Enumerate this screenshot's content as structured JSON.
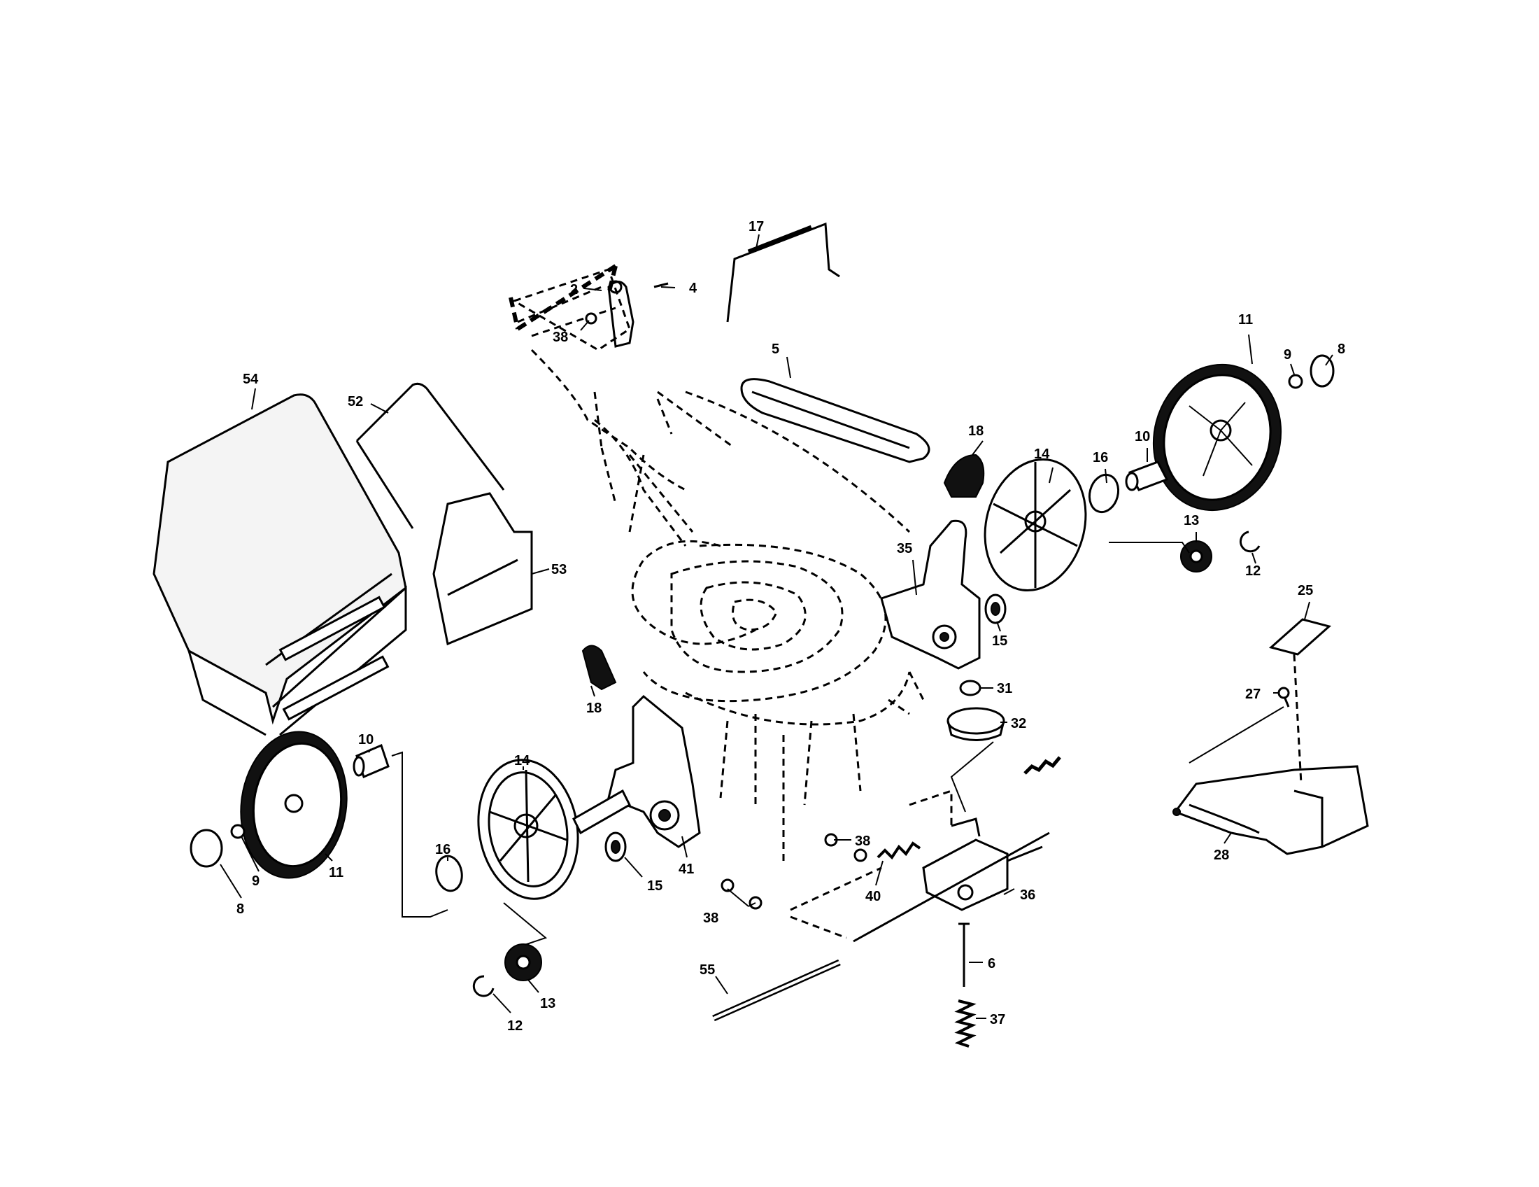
{
  "callouts": [
    {
      "id": "c17",
      "text": "17"
    },
    {
      "id": "c4",
      "text": "4"
    },
    {
      "id": "c2",
      "text": "2"
    },
    {
      "id": "c38a",
      "text": "38"
    },
    {
      "id": "c5",
      "text": "5"
    },
    {
      "id": "c11a",
      "text": "11"
    },
    {
      "id": "c9a",
      "text": "9"
    },
    {
      "id": "c8a",
      "text": "8"
    },
    {
      "id": "c54",
      "text": "54"
    },
    {
      "id": "c52",
      "text": "52"
    },
    {
      "id": "c18a",
      "text": "18"
    },
    {
      "id": "c14a",
      "text": "14"
    },
    {
      "id": "c16a",
      "text": "16"
    },
    {
      "id": "c10a",
      "text": "10"
    },
    {
      "id": "c13a",
      "text": "13"
    },
    {
      "id": "c12a",
      "text": "12"
    },
    {
      "id": "c35",
      "text": "35"
    },
    {
      "id": "c53",
      "text": "53"
    },
    {
      "id": "c15a",
      "text": "15"
    },
    {
      "id": "c25",
      "text": "25"
    },
    {
      "id": "c31",
      "text": "31"
    },
    {
      "id": "c32",
      "text": "32"
    },
    {
      "id": "c27",
      "text": "27"
    },
    {
      "id": "c18b",
      "text": "18"
    },
    {
      "id": "c10b",
      "text": "10"
    },
    {
      "id": "c14b",
      "text": "14"
    },
    {
      "id": "c41",
      "text": "41"
    },
    {
      "id": "c38b",
      "text": "38"
    },
    {
      "id": "c40",
      "text": "40"
    },
    {
      "id": "c36",
      "text": "36"
    },
    {
      "id": "c28",
      "text": "28"
    },
    {
      "id": "c16b",
      "text": "16"
    },
    {
      "id": "c9b",
      "text": "9"
    },
    {
      "id": "c11b",
      "text": "11"
    },
    {
      "id": "c8b",
      "text": "8"
    },
    {
      "id": "c15b",
      "text": "15"
    },
    {
      "id": "c38c",
      "text": "38"
    },
    {
      "id": "c6",
      "text": "6"
    },
    {
      "id": "c55",
      "text": "55"
    },
    {
      "id": "c13b",
      "text": "13"
    },
    {
      "id": "c12b",
      "text": "12"
    },
    {
      "id": "c37",
      "text": "37"
    }
  ]
}
